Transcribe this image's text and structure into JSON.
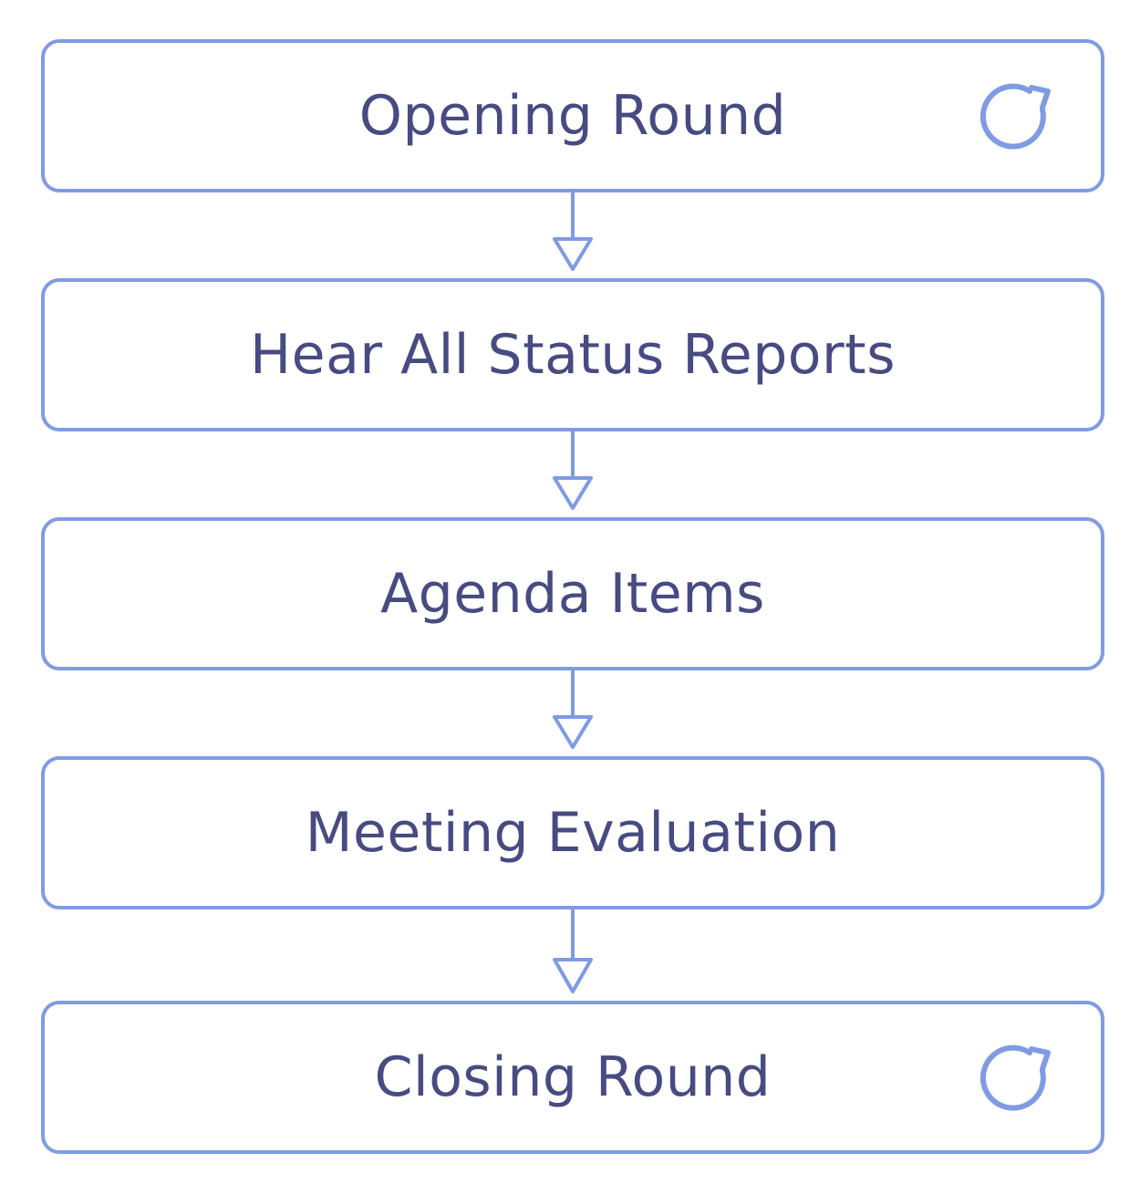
{
  "diagram": {
    "steps": [
      {
        "label": "Opening Round",
        "repeat_icon": "refresh-icon"
      },
      {
        "label": "Hear All Status Reports"
      },
      {
        "label": "Agenda Items"
      },
      {
        "label": "Meeting Evaluation"
      },
      {
        "label": "Closing Round",
        "repeat_icon": "refresh-icon"
      }
    ],
    "colors": {
      "border": "#7f9be3",
      "text": "#474b82",
      "arrow": "#7f9be3"
    }
  }
}
